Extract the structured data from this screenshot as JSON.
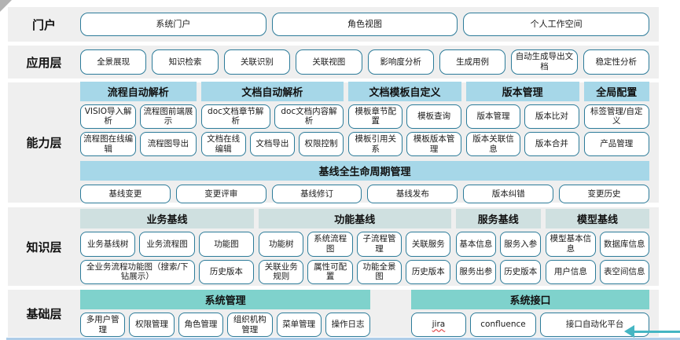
{
  "layers": {
    "portal": {
      "label": "门户",
      "buttons": [
        "系统门户",
        "角色视图",
        "个人工作空间"
      ]
    },
    "application": {
      "label": "应用层",
      "buttons": [
        "全景展现",
        "知识检索",
        "关联识别",
        "关联视图",
        "影响度分析",
        "生成用例",
        "自动生成导出文档",
        "稳定性分析"
      ]
    },
    "capability": {
      "label": "能力层",
      "groups": [
        {
          "title": "流程自动解析",
          "rows": [
            [
              "VISIO导入解析",
              "流程图前端展示"
            ],
            [
              "流程图在线编辑",
              "流程图导出"
            ]
          ]
        },
        {
          "title": "文档自动解析",
          "rows": [
            [
              "doc文档章节解析",
              "doc文档内容解析"
            ],
            [
              "文档在线编辑",
              "文档导出",
              "权限控制"
            ]
          ]
        },
        {
          "title": "文档模板自定义",
          "rows": [
            [
              "模板章节配置",
              "模板查询"
            ],
            [
              "模板引用关系",
              "模板版本管理"
            ]
          ]
        },
        {
          "title": "版本管理",
          "rows": [
            [
              "版本管理",
              "版本比对"
            ],
            [
              "版本关联信息",
              "版本合并"
            ]
          ]
        },
        {
          "title": "全局配置",
          "rows": [
            [
              "标签管理/自定义"
            ],
            [
              "产品管理"
            ]
          ]
        }
      ],
      "baseline": {
        "title": "基线全生命周期管理",
        "buttons": [
          "基线变更",
          "变更评审",
          "基线修订",
          "基线发布",
          "版本纠错",
          "变更历史"
        ]
      }
    },
    "knowledge": {
      "label": "知识层",
      "groups": [
        {
          "title": "业务基线",
          "rows": [
            [
              "业务基线树",
              "业务流程图",
              "功能图"
            ],
            [
              "全业务流程功能图（搜索/下钻展示）",
              "历史版本"
            ]
          ]
        },
        {
          "title": "功能基线",
          "rows": [
            [
              "功能树",
              "系统流程图",
              "子流程管理",
              "关联服务"
            ],
            [
              "关联业务规则",
              "属性可配置",
              "功能全景图",
              "历史版本"
            ]
          ]
        },
        {
          "title": "服务基线",
          "rows": [
            [
              "基本信息",
              "服务入参"
            ],
            [
              "服务出参",
              "历史版本"
            ]
          ]
        },
        {
          "title": "模型基线",
          "rows": [
            [
              "模型基本信息",
              "数据库信息"
            ],
            [
              "用户信息",
              "表空间信息"
            ]
          ]
        }
      ]
    },
    "foundation": {
      "label": "基础层",
      "groups": [
        {
          "title": "系统管理",
          "rows": [
            [
              "多用户管理",
              "权限管理",
              "角色管理",
              "组织机构管理",
              "菜单管理",
              "操作日志"
            ]
          ]
        },
        {
          "title": "系统接口",
          "rows": [
            [
              "jira",
              "confluence",
              "接口自动化平台"
            ]
          ]
        }
      ]
    }
  },
  "colors": {
    "band_background": "#efefef",
    "capability_header": "#a6d7e8",
    "knowledge_header": "#cfe0e0",
    "foundation_header": "#7fd2cc",
    "button_border": "#2c7b99",
    "bottom_line": "#aecde8",
    "arrow": "#45b6c3"
  }
}
